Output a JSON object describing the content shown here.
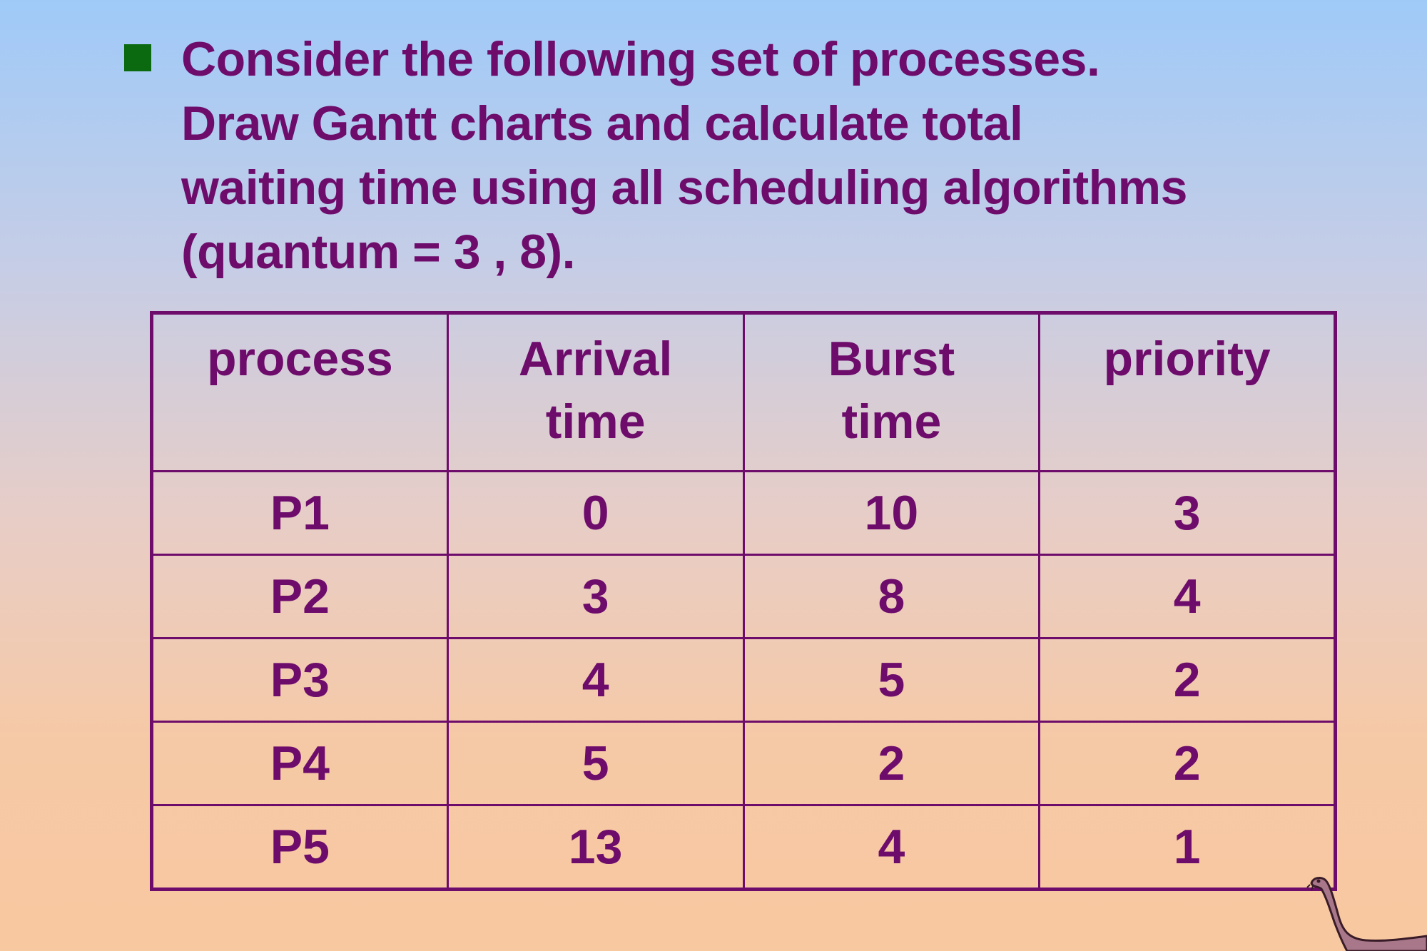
{
  "slide": {
    "bullet_text": "Consider the following set of processes.\nDraw Gantt charts and calculate total\nwaiting time using all scheduling algorithms\n(quantum = 3 , 8)."
  },
  "table": {
    "headers": [
      "process",
      "Arrival\ntime",
      "Burst\ntime",
      "priority"
    ],
    "rows": [
      [
        "P1",
        "0",
        "10",
        "3"
      ],
      [
        "P2",
        "3",
        "8",
        "4"
      ],
      [
        "P3",
        "4",
        "5",
        "2"
      ],
      [
        "P4",
        "5",
        "2",
        "2"
      ],
      [
        "P5",
        "13",
        "4",
        "1"
      ]
    ]
  },
  "colors": {
    "text": "#6e0c6c",
    "bullet": "#0b6a0f",
    "background_top": "#9fcaf8",
    "background_bottom": "#f8c8a0"
  },
  "icons": {
    "bullet": "square-bullet-icon",
    "corner": "dinosaur-icon"
  }
}
